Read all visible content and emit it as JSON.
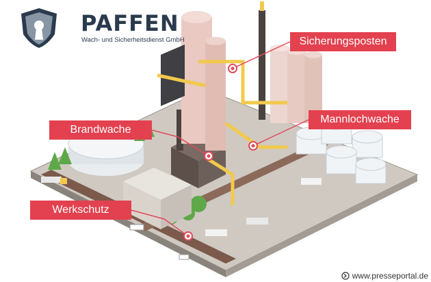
{
  "logo": {
    "name": "PAFFEN",
    "subtitle": "Wach- und Sicherheitsdienst GmbH"
  },
  "labels": {
    "sicherungsposten": "Sicherungsposten",
    "brandwache": "Brandwache",
    "mannlochwache": "Mannlochwache",
    "werkschutz": "Werkschutz"
  },
  "source": {
    "text": "www.presseportal.de",
    "icon": "arrow-circle-icon"
  },
  "colors": {
    "label_red": "#e3414f",
    "marker_red": "#e04a59",
    "logo_dark": "#2b3a4d",
    "pipe_yellow": "#f2c94c"
  }
}
